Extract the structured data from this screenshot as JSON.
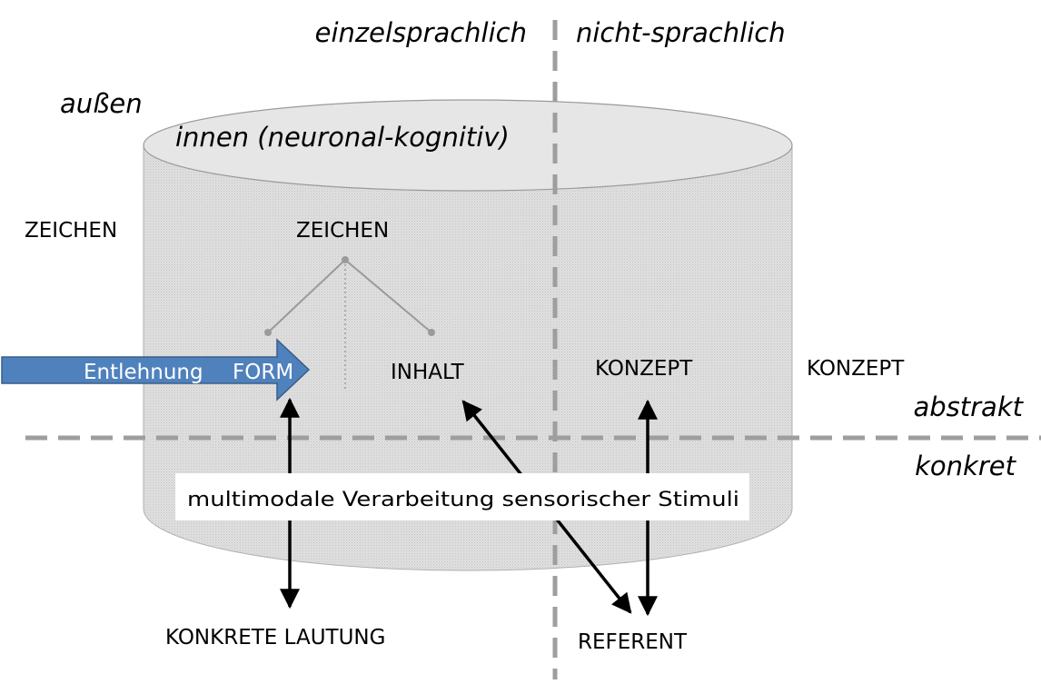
{
  "labels": {
    "einzelsprachlich": "einzelsprachlich",
    "nicht_sprachlich": "nicht-sprachlich",
    "aussen": "außen",
    "innen": "innen (neuronal-kognitiv)",
    "zeichen_outer": "ZEICHEN",
    "zeichen_inner": "ZEICHEN",
    "entlehnung": "Entlehnung",
    "form": "FORM",
    "inhalt": "INHALT",
    "konzept_inner": "KONZEPT",
    "konzept_outer": "KONZEPT",
    "abstrakt": "abstrakt",
    "konkret": "konkret",
    "multimodal": "multimodale Verarbeitung sensorischer Stimuli",
    "konkrete_lautung": "KONKRETE LAUTUNG",
    "referent": "REFERENT"
  },
  "colors": {
    "cylinder_top": "#e6e6e6",
    "cylinder_body": "#dcdcdc",
    "cylinder_stroke": "#9a9a9a",
    "dashed_line": "#9e9e9e",
    "tree_line": "#9a9a9a",
    "arrow_fill": "#4f81bd",
    "arrow_stroke": "#385d8a",
    "arrow_text": "#ffffff",
    "text": "#000000",
    "black_arrow": "#000000"
  }
}
